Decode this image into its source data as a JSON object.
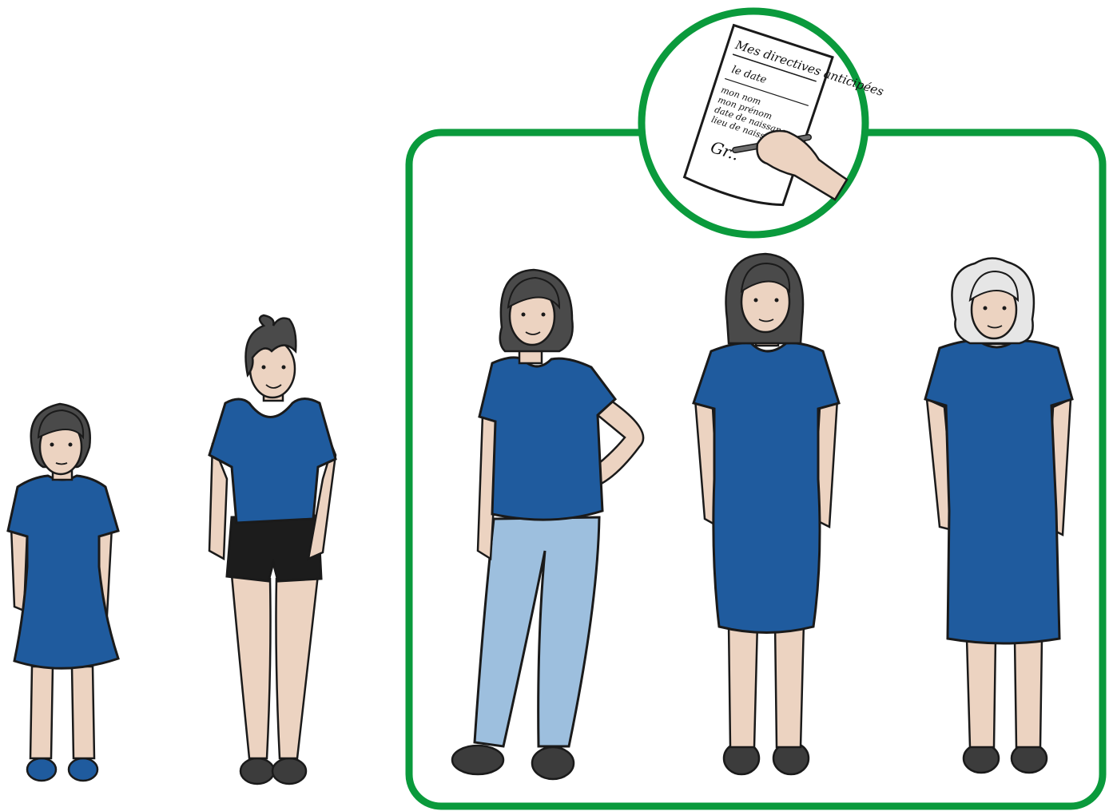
{
  "palette": {
    "frame": "#0a9a3c",
    "shirt": "#1f5b9e",
    "skin": "#ecd3c1",
    "hair_dark": "#4a4a4a",
    "hair_white": "#e6e6e6",
    "shorts": "#1c1c1c",
    "jeans": "#9dbfde",
    "shoe_dark": "#3c3c3c",
    "shoe_blue": "#1f5b9e",
    "outline": "#1a1a1a"
  },
  "document": {
    "title": "Mes directives anticipées",
    "date_line": "le date",
    "fields": [
      "mon nom",
      "mon prénom",
      "date de naissance",
      "lieu de naissance"
    ],
    "signature": "Gr.."
  },
  "figures": [
    {
      "id": "child",
      "hair": "dark",
      "lower": "dress",
      "shoes": "blue"
    },
    {
      "id": "teen",
      "hair": "dark",
      "lower": "shorts",
      "shoes": "dark"
    },
    {
      "id": "young-adult",
      "hair": "dark",
      "lower": "jeans",
      "shoes": "dark"
    },
    {
      "id": "adult",
      "hair": "dark",
      "lower": "dress",
      "shoes": "dark"
    },
    {
      "id": "elder",
      "hair": "white",
      "lower": "dress",
      "shoes": "dark"
    }
  ]
}
